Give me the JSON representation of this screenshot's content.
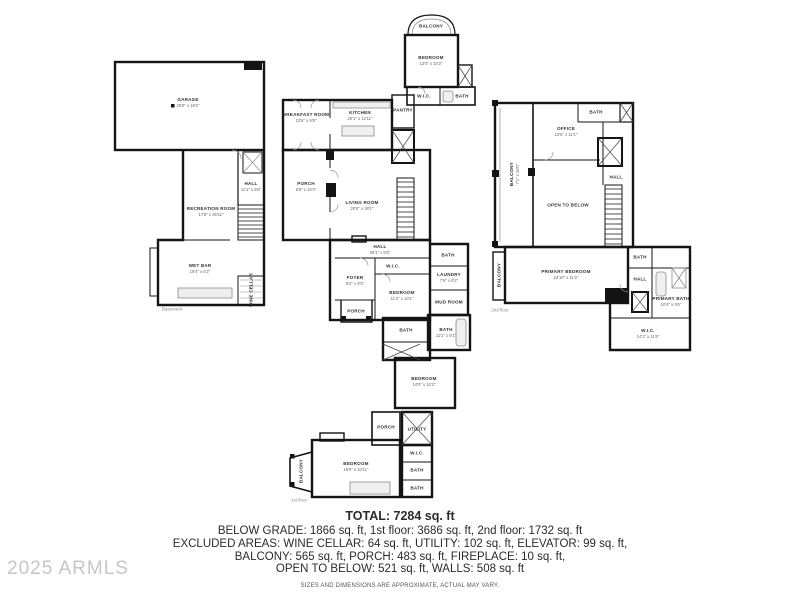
{
  "watermark": "2025 ARMLS",
  "summary": {
    "total": "TOTAL: 7284 sq. ft",
    "line1": "BELOW GRADE: 1866 sq. ft, 1st floor: 3686 sq. ft, 2nd floor: 1732 sq. ft",
    "line2": "EXCLUDED AREAS: WINE CELLAR: 64 sq. ft, UTILITY: 102 sq. ft, ELEVATOR: 99 sq. ft,",
    "line3": "BALCONY: 565 sq. ft, PORCH: 483 sq. ft, FIREPLACE: 10 sq. ft,",
    "line4": "OPEN TO BELOW: 521 sq. ft, WALLS: 508 sq. ft",
    "disclaimer": "SIZES AND DIMENSIONS ARE APPROXIMATE, ACTUAL MAY VARY."
  },
  "colors": {
    "wall": "#141414",
    "fixture": "#8c8c8c",
    "watermark": "#c6c6c6"
  },
  "floors": {
    "basement": {
      "caption": "Basement",
      "rooms": [
        {
          "name": "GARAGE",
          "dims": "29'8\" x 18'2\""
        },
        {
          "name": "HALL",
          "dims": "11'1\" x 6'6\""
        },
        {
          "name": "RECREATION ROOM",
          "dims": "17'8\" x 26'11\""
        },
        {
          "name": "WET BAR",
          "dims": "19'4\" x 6'2\""
        },
        {
          "name": "WINE CELLAR",
          "dims": "8'0\" x 8'0\""
        }
      ]
    },
    "first": {
      "caption": "1st floor",
      "rooms": [
        {
          "name": "BREAKFAST ROOM",
          "dims": "10'6\" x 9'8\""
        },
        {
          "name": "KITCHEN",
          "dims": "20'1\" x 12'11\""
        },
        {
          "name": "PANTRY",
          "dims": "5'0\" x 6'2\""
        },
        {
          "name": "PORCH",
          "dims": "9'8\" x 18'4\""
        },
        {
          "name": "LIVING ROOM",
          "dims": "20'8\" x 28'1\""
        },
        {
          "name": "HALL",
          "dims": "26'1\" x 5'0\""
        },
        {
          "name": "W.I.C.",
          "dims": "7'6\" x 3'0\""
        },
        {
          "name": "BEDROOM",
          "dims": "11'2\" x 13'1\""
        },
        {
          "name": "FOYER",
          "dims": "8'2\" x 8'0\""
        },
        {
          "name": "PORCH",
          "dims": "6'2\" x 4'4\""
        },
        {
          "name": "BATH",
          "dims": "8'2\" x 5'6\""
        },
        {
          "name": "LAUNDRY",
          "dims": "7'6\" x 6'2\""
        },
        {
          "name": "MUD ROOM",
          "dims": "7'6\" x 5'4\""
        },
        {
          "name": "BATH",
          "dims": "11'1\" x 6'1\""
        },
        {
          "name": "BATH",
          "dims": "5'0\" x 8'1\""
        },
        {
          "name": "BEDROOM",
          "dims": "14'0\" x 12'2\""
        },
        {
          "name": "PORCH",
          "dims": "5'1\" x 6'0\""
        },
        {
          "name": "UTILITY",
          "dims": "8'6\" x 12'0\""
        },
        {
          "name": "W.I.C.",
          "dims": "5'2\" x 5'0\""
        },
        {
          "name": "BATH",
          "dims": "6'1\" x 5'0\""
        },
        {
          "name": "BATH",
          "dims": "6'1\" x 5'2\""
        },
        {
          "name": "BEDROOM",
          "dims": "16'8\" x 10'11\""
        },
        {
          "name": "BALCONY",
          "dims": ""
        }
      ]
    },
    "second": {
      "caption": "2nd floor",
      "rooms": [
        {
          "name": "BALCONY",
          "dims": "17'8\" x 4'0\""
        },
        {
          "name": "BEDROOM",
          "dims": "13'0\" x 10'2\""
        },
        {
          "name": "W.I.C.",
          "dims": "5'6\" x 3'6\""
        },
        {
          "name": "BATH",
          "dims": "7'6\" x 4'0\""
        },
        {
          "name": "OFFICE",
          "dims": "13'6\" x 11'1\""
        },
        {
          "name": "BATH",
          "dims": "10'1\" x 4'6\""
        },
        {
          "name": "BALCONY",
          "dims": "7'1\" x 28'0\""
        },
        {
          "name": "OPEN TO BELOW",
          "dims": ""
        },
        {
          "name": "HALL",
          "dims": "4'1\" x 14'6\""
        },
        {
          "name": "PRIMARY BEDROOM",
          "dims": "24'10\" x 11'2\""
        },
        {
          "name": "BATH",
          "dims": "5'6\" x 4'4\""
        },
        {
          "name": "HALL",
          "dims": "5'0\" x 6'8\""
        },
        {
          "name": "PRIMARY BATH",
          "dims": "10'4\" x 9'6\""
        },
        {
          "name": "W.I.C.",
          "dims": "14'1\" x 11'6\""
        },
        {
          "name": "BALCONY",
          "dims": ""
        }
      ]
    }
  }
}
